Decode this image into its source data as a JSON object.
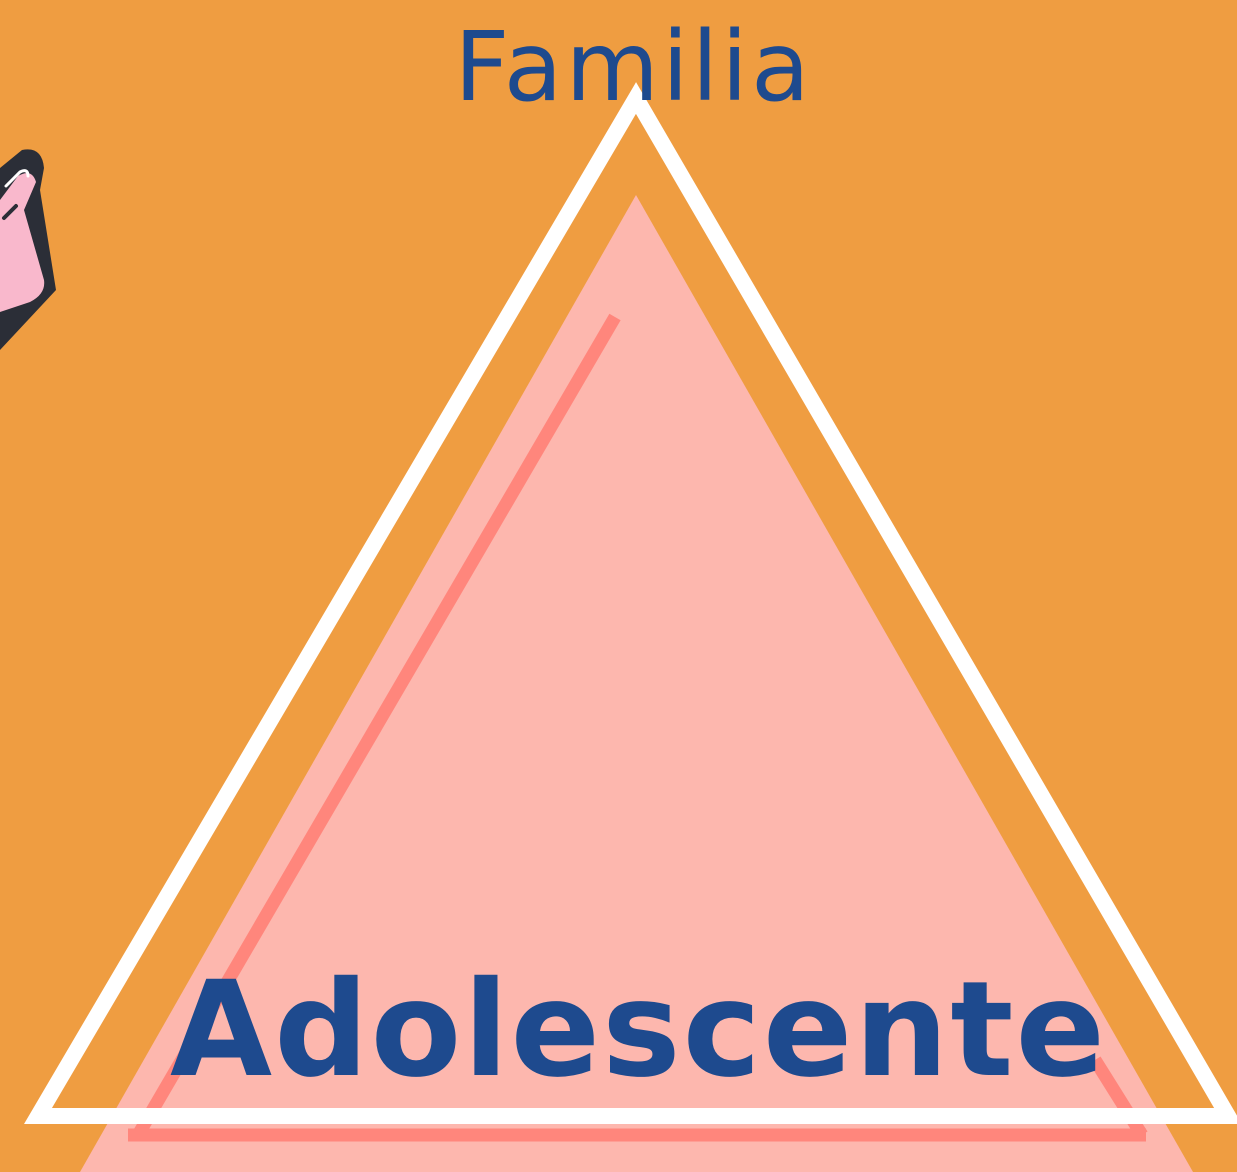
{
  "labels": {
    "top": "Familia",
    "bottom": "Adolescente"
  },
  "colors": {
    "background": "#EF9D41",
    "outline_triangle": "#FFFFFF",
    "inner_triangle": "#FDB7AE",
    "accent_stroke": "#FF867C",
    "text": "#1E4A8E",
    "sticker_dark": "#2B2E37",
    "sticker_pink": "#F9B8CC"
  },
  "decor": {
    "sticker": "cropped-pink-cartoon-sticker"
  }
}
